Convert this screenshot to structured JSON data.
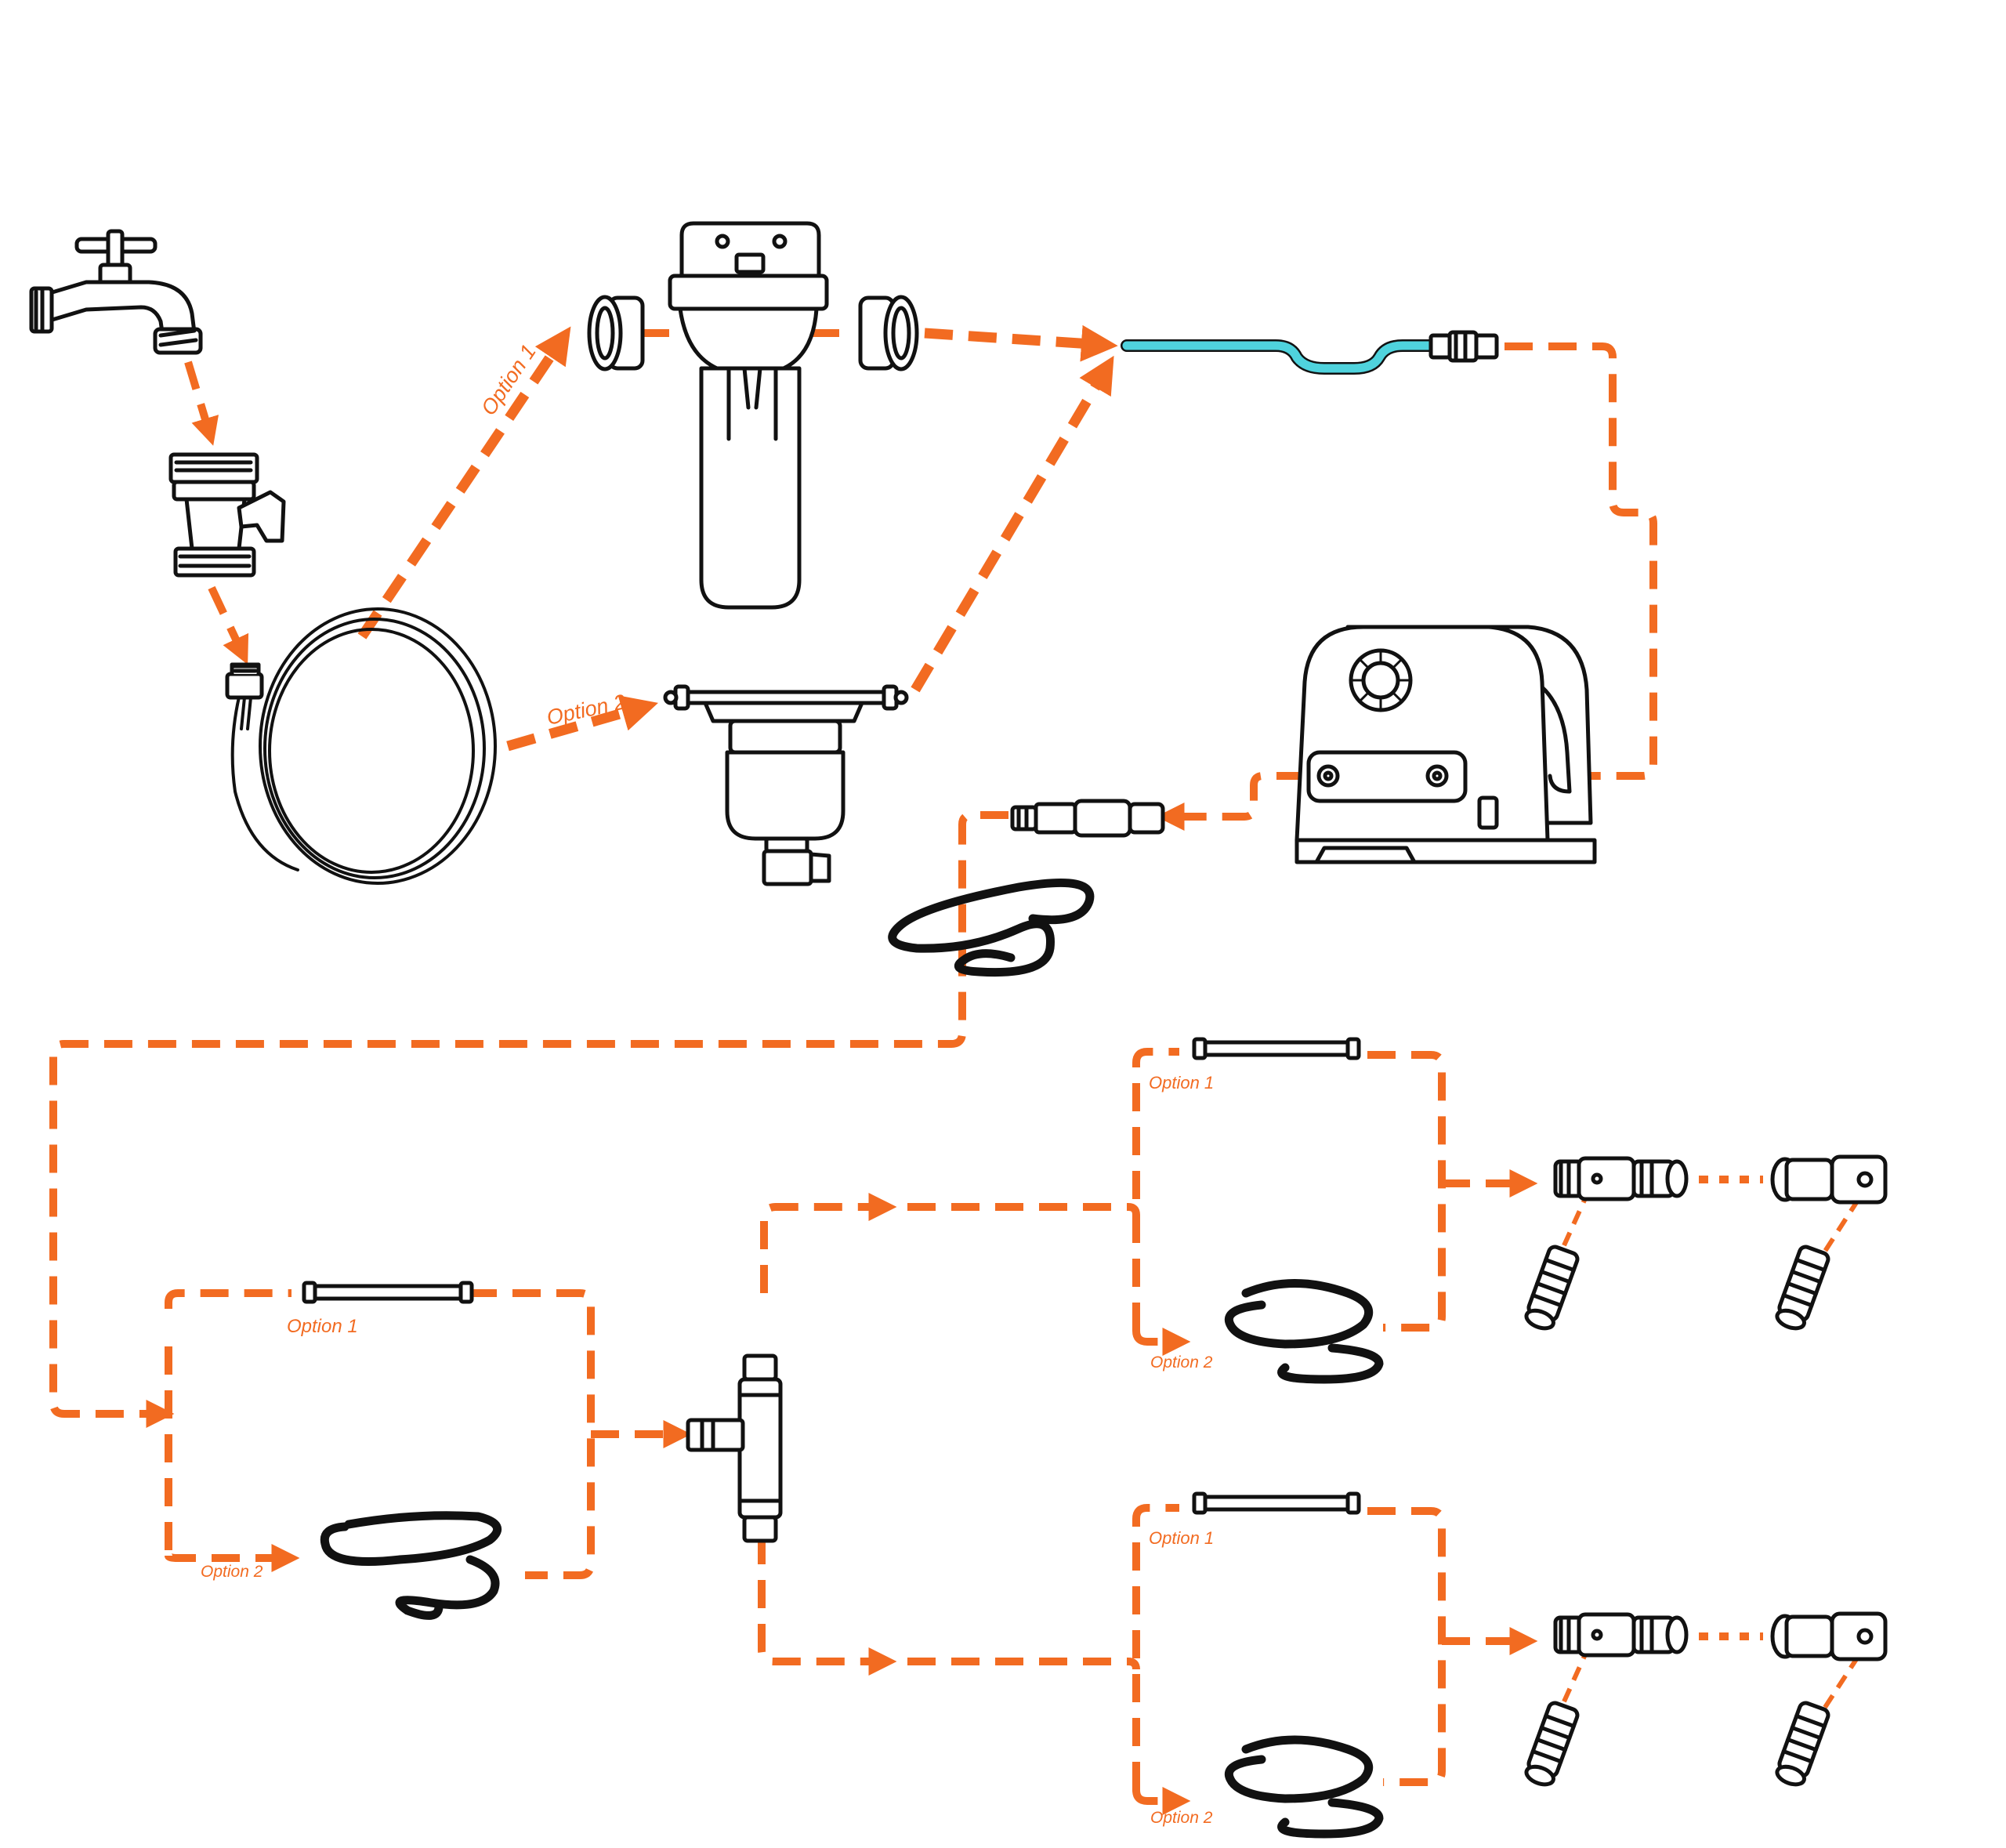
{
  "colors": {
    "flow": "#f26b21",
    "tubing": "#4fd3dd",
    "ink": "#111111"
  },
  "labels": {
    "filter_option_1": "Option 1",
    "filter_option_2": "Option 2",
    "main_option_1": "Option 1",
    "main_option_2": "Option 2",
    "upper_option_1": "Option 1",
    "upper_option_2": "Option 2",
    "lower_option_1": "Option 1",
    "lower_option_2": "Option 2"
  },
  "icons": {
    "faucet": "hose-bib-faucet-icon",
    "shutoff": "shutoff-valve-icon",
    "hose": "coiled-hose-icon",
    "cartridge_filter": "cartridge-filter-icon",
    "inline_filter": "inline-filter-icon",
    "tubing": "flexible-tubing-icon",
    "pump": "misting-pump-icon",
    "connector": "quick-connector-icon",
    "tee": "tee-fitting-icon",
    "nozzle": "mist-nozzle-icon"
  }
}
